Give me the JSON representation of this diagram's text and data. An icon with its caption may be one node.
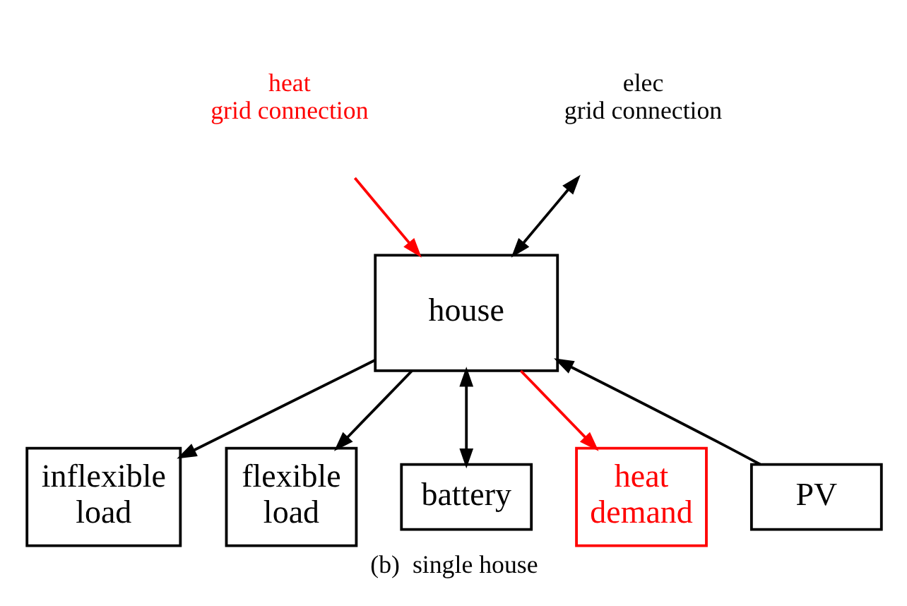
{
  "diagram": {
    "caption": "(b)  single house",
    "nodes": [
      {
        "text": [
          "heat grid connection"
        ]
      },
      {
        "text": [
          "elec grid connection"
        ]
      },
      {
        "text": [
          "house"
        ]
      },
      {
        "text": [
          "inflexible load"
        ]
      },
      {
        "text": [
          "flexible load"
        ]
      },
      {
        "text": [
          "battery"
        ]
      },
      {
        "text": [
          "PV"
        ]
      },
      {
        "text": [
          "heat demand"
        ]
      }
    ],
    "edges": [
      {
        "from": 0,
        "to": 2,
        "arrow": "to",
        "color": "#ff0000"
      },
      {
        "from": 1,
        "to": 2,
        "arrow": "both"
      },
      {
        "from": 2,
        "to": 3,
        "arrow": "to"
      },
      {
        "from": 2,
        "to": 4,
        "arrow": "to"
      },
      {
        "from": 2,
        "to": 5,
        "arrow": "both"
      },
      {
        "from": 6,
        "to": 2,
        "arrow": "to"
      },
      {
        "from": 2,
        "to": 7,
        "arrow": "to",
        "color": "#ff0000"
      }
    ]
  }
}
